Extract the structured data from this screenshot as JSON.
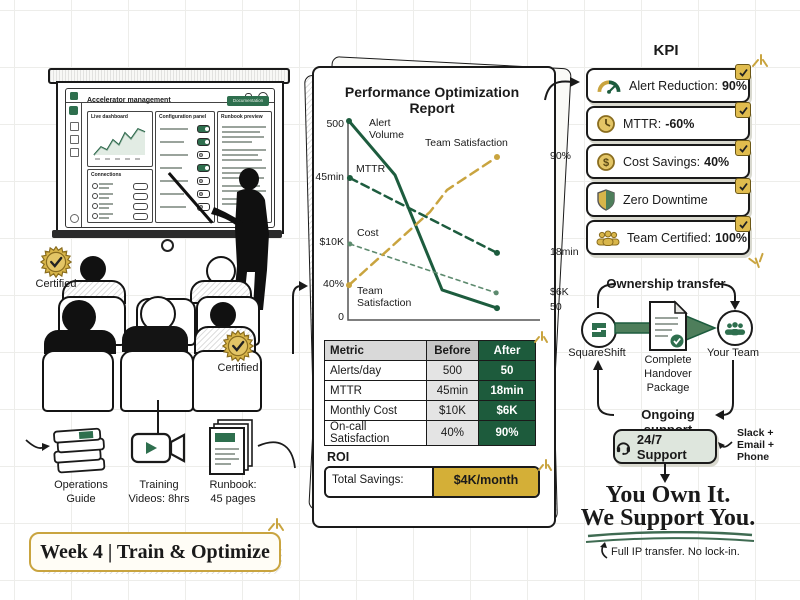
{
  "colors": {
    "dark_green": "#1d5c3e",
    "mid_green": "#2e6f4e",
    "arrow_green": "#4e7e5b",
    "gold": "#c9a43f",
    "gold_light": "#e3c566",
    "ink": "#1a1a1a"
  },
  "presentation": {
    "dashboard": {
      "title": "Accelerator management",
      "button": "Documentation",
      "panel_live": "Live dashboard",
      "panel_config": "Configuration panel",
      "panel_runbook": "Runbook preview",
      "panel_connections": "Connections",
      "config_toggle_states": [
        "on",
        "on",
        "off",
        "on",
        "off",
        "off",
        "off"
      ]
    },
    "badges": [
      "Certified",
      "Certified"
    ]
  },
  "deliverables": {
    "operations_guide": "Operations\nGuide",
    "training_videos": "Training\nVideos: 8hrs",
    "runbook": "Runbook:\n45 pages"
  },
  "week_banner": "Week 4 | Train & Optimize",
  "report": {
    "title": "Performance Optimization Report",
    "table": {
      "headers": [
        "Metric",
        "Before",
        "After"
      ],
      "rows": [
        [
          "Alerts/day",
          "500",
          "50"
        ],
        [
          "MTTR",
          "45min",
          "18min"
        ],
        [
          "Monthly Cost",
          "$10K",
          "$6K"
        ],
        [
          "On-call Satisfaction",
          "40%",
          "90%"
        ]
      ]
    },
    "roi_label": "ROI",
    "total_savings_label": "Total Savings:",
    "total_savings_value": "$4K/month"
  },
  "chart_data": {
    "type": "line",
    "title": "Performance Optimization Report",
    "ylim": [
      0,
      500
    ],
    "origin_label": "0",
    "grid": false,
    "legend": "inline-labels",
    "series": [
      {
        "name": "Alert Volume",
        "inline_label": "Alert\nVolume",
        "style": "solid",
        "color": "#1d5c3e",
        "width": 3,
        "start": 500,
        "end": 50,
        "start_label": "500",
        "end_label": "50",
        "points": [
          [
            0.005,
            0.985
          ],
          [
            0.245,
            0.718
          ],
          [
            0.49,
            0.149
          ],
          [
            0.776,
            0.059
          ]
        ]
      },
      {
        "name": "MTTR",
        "inline_label": "MTTR",
        "style": "dashed",
        "dash": "8,5",
        "color": "#1d5c3e",
        "width": 2.5,
        "start": 45,
        "end": 18,
        "start_label": "45min",
        "end_label": "18min",
        "points": [
          [
            0.01,
            0.703
          ],
          [
            0.776,
            0.332
          ]
        ]
      },
      {
        "name": "Monthly Cost",
        "inline_label": "Cost",
        "style": "dashed-thin",
        "dash": "4,4",
        "color": "#5d8a6e",
        "width": 1.6,
        "dot_r": 2.5,
        "start": 10000,
        "end": 6000,
        "start_label": "$10K",
        "end_label": "$6K",
        "points": [
          [
            0.01,
            0.376
          ],
          [
            0.772,
            0.134
          ]
        ]
      },
      {
        "name": "Team Satisfaction",
        "inline_label_left": "Team\nSatisfaction",
        "inline_label_right": "Team Satisfaction",
        "style": "dashed",
        "dash": "9,6",
        "color": "#c9a43f",
        "width": 2.5,
        "start": 40,
        "end": 90,
        "start_label": "40%",
        "end_label": "90%",
        "points": [
          [
            0.005,
            0.173
          ],
          [
            0.427,
            0.535
          ],
          [
            0.516,
            0.644
          ],
          [
            0.776,
            0.807
          ]
        ]
      }
    ]
  },
  "kpi": {
    "title": "KPI",
    "items": [
      {
        "icon": "gauge-icon",
        "label": "Alert Reduction:",
        "value": "90%"
      },
      {
        "icon": "clock-icon",
        "label": "MTTR:",
        "value": "-60%"
      },
      {
        "icon": "dollar-icon",
        "label": "Cost Savings:",
        "value": "40%"
      },
      {
        "icon": "shield-icon",
        "label": "Zero Downtime",
        "value": ""
      },
      {
        "icon": "team-icon",
        "label": "Team Certified:",
        "value": "100%"
      }
    ]
  },
  "handover": {
    "title": "Ownership transfer",
    "from": "SquareShift",
    "package": "Complete\nHandover\nPackage",
    "to": "Your Team",
    "support_title": "Ongoing support",
    "support_button": "24/7 Support",
    "channels": "Slack +\nEmail +\nPhone",
    "tagline_1": "You Own It.",
    "tagline_2": "We Support You.",
    "footnote": "Full IP transfer. No lock-in."
  }
}
